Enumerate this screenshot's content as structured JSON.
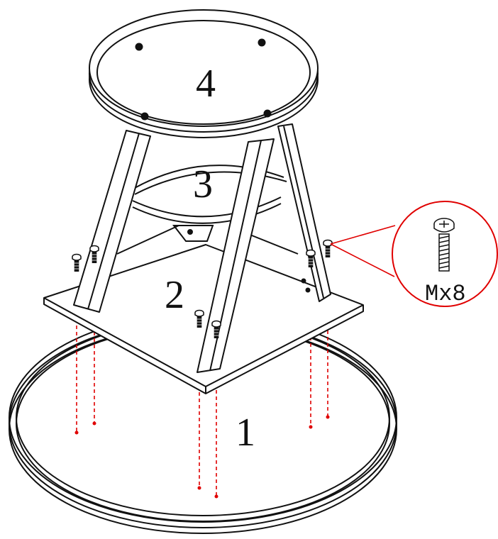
{
  "parts": [
    {
      "id": "1",
      "label": "1"
    },
    {
      "id": "2",
      "label": "2"
    },
    {
      "id": "3",
      "label": "3"
    },
    {
      "id": "4",
      "label": "4"
    }
  ],
  "callout": {
    "label": "Mx8",
    "icon": "screw-icon"
  },
  "colors": {
    "line": "#111111",
    "guide": "#e00000",
    "background": "#ffffff"
  }
}
